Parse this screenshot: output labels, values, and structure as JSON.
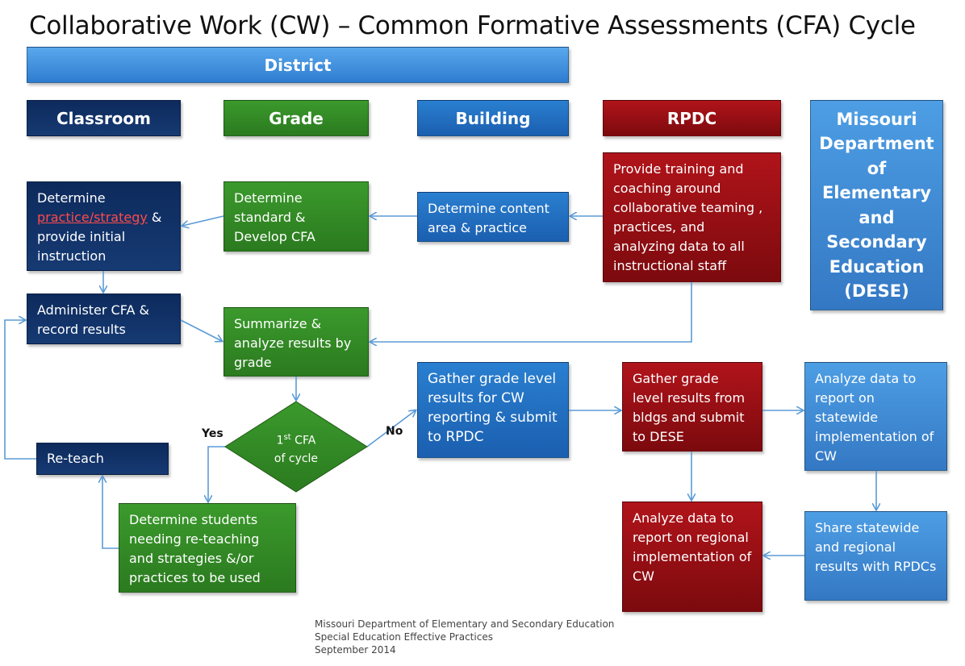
{
  "title": "Collaborative Work (CW) – Common Formative Assessments (CFA) Cycle",
  "headers": {
    "district": "District",
    "classroom": "Classroom",
    "grade": "Grade",
    "building": "Building",
    "rpdc": "RPDC",
    "dese": "Missouri Department of Elementary and Secondary Education (DESE)"
  },
  "boxes": {
    "determine_practice_pre": "Determine ",
    "determine_practice_hl": "practice/strategy",
    "determine_practice_post": " & provide  initial instruction",
    "determine_standard": "Determine standard & Develop CFA",
    "determine_content": "Determine  content area & practice",
    "provide_training": "Provide training and coaching around collaborative teaming , practices, and analyzing data to all instructional staff",
    "administer_cfa": "Administer CFA & record results",
    "summarize": "Summarize & analyze results by grade",
    "gather_building": "Gather grade level results for CW reporting & submit to RPDC",
    "gather_rpdc": "Gather grade level results from bldgs and submit to DESE",
    "analyze_statewide": "Analyze data to report on statewide implementation of CW",
    "reteach": "Re-teach",
    "determine_students": "Determine  students needing re-teaching and strategies &/or practices to be used",
    "analyze_regional": "Analyze data to report on regional implementation of CW",
    "share_statewide": "Share statewide and regional results with RPDCs"
  },
  "decision": {
    "line1_num": "1",
    "line1_sup": "st",
    "line1_rest": "  CFA",
    "line2": "of cycle",
    "yes": "Yes",
    "no": "No"
  },
  "footer": {
    "line1": "Missouri Department of Elementary and Secondary Education",
    "line2": "Special Education Effective Practices",
    "line3": "September 2014"
  },
  "colors": {
    "navy": "#163a73",
    "green": "#2b7a1f",
    "blue": "#1b5fb0",
    "red": "#7c0a0e",
    "light_blue": "#3478c4",
    "arrow": "#5b9bd5"
  }
}
